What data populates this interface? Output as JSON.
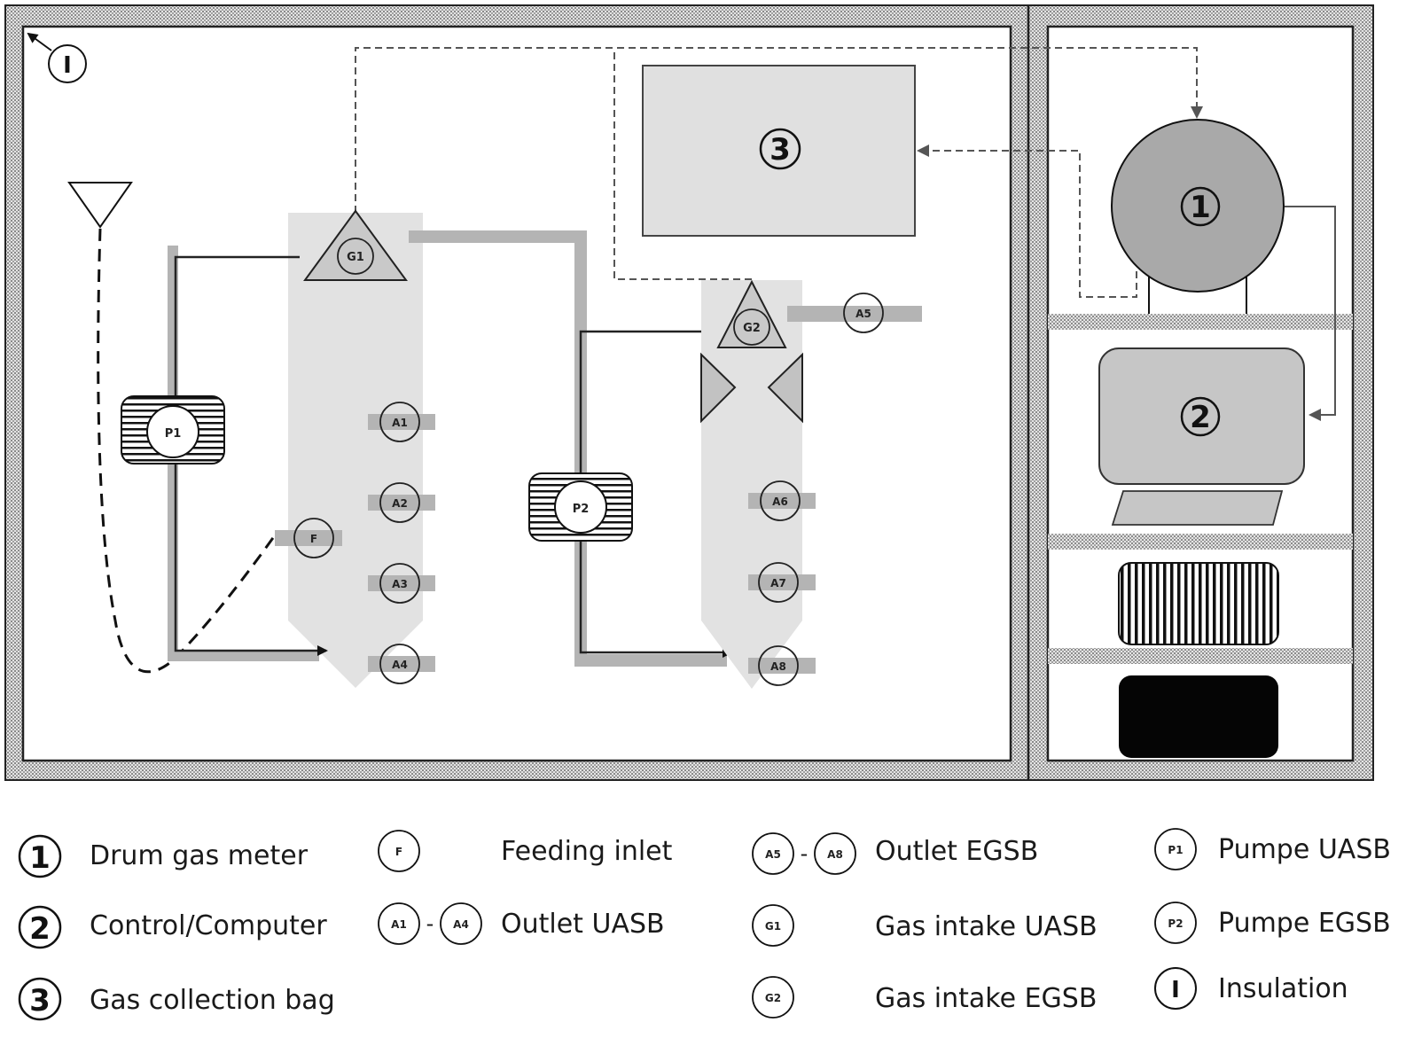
{
  "markers": {
    "one": "1",
    "two": "2",
    "three": "3",
    "insulation": "I",
    "p1": "P1",
    "p2": "P2",
    "g1": "G1",
    "g2": "G2",
    "f": "F",
    "a1": "A1",
    "a2": "A2",
    "a3": "A3",
    "a4": "A4",
    "a5": "A5",
    "a6": "A6",
    "a7": "A7",
    "a8": "A8",
    "dash": "-"
  },
  "legend": {
    "drum_gas_meter": "Drum gas meter",
    "control_computer": "Control/Computer",
    "gas_collection_bag": "Gas collection bag",
    "feeding_inlet": "Feeding inlet",
    "outlet_uasb": "Outlet UASB",
    "outlet_egsb": "Outlet EGSB",
    "gas_intake_uasb": "Gas intake UASB",
    "gas_intake_egsb": "Gas intake EGSB",
    "pumpe_uasb": "Pumpe UASB",
    "pumpe_egsb": "Pumpe EGSB",
    "insulation": "Insulation"
  },
  "colors": {
    "reactor_fill": "#e2e2e2",
    "pipe_gray": "#b4b4b4",
    "component_gray": "#a9a9a9",
    "insulation_pattern": "#bdbdbd"
  }
}
